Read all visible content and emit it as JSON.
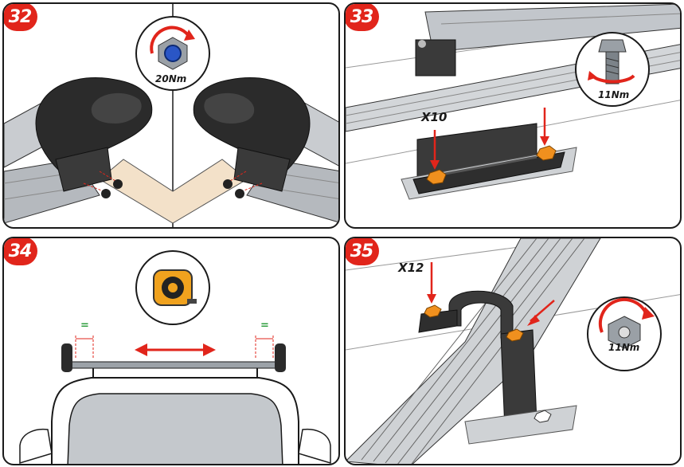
{
  "steps": [
    {
      "number": "32",
      "torque": "20Nm"
    },
    {
      "number": "33",
      "qty": "X10",
      "torque": "11Nm"
    },
    {
      "number": "34",
      "equal_left": "=",
      "equal_right": "="
    },
    {
      "number": "35",
      "qty": "X12",
      "torque": "11Nm"
    }
  ],
  "colors": {
    "badge": "#e1251b",
    "arrow": "#e1251b",
    "bolt": "#f0901e",
    "equal": "#2e9e3e"
  }
}
